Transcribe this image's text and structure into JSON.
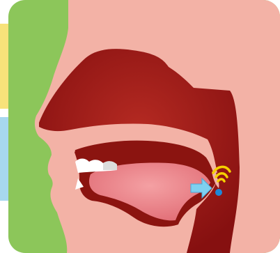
{
  "diagram": {
    "type": "sagittal-head-cross-section",
    "parts": [
      "face",
      "nasal-cavity",
      "mouth",
      "tongue",
      "teeth",
      "uvula",
      "throat"
    ],
    "indicator": {
      "icon": "sound-waves-icon",
      "direction": "arrow-pointing-right",
      "colors": {
        "waves": "#f5d100",
        "arrow": "#7fd0f0",
        "dot": "#1e88d8"
      }
    },
    "colors": {
      "background": "#8cc65a",
      "skin": "#f3b2a6",
      "cavity": "#8b1410",
      "tongue": "#e0737a",
      "teeth": "#ffffff",
      "tab_yellow": "#f7e27a",
      "tab_blue": "#a7d8ee"
    }
  }
}
